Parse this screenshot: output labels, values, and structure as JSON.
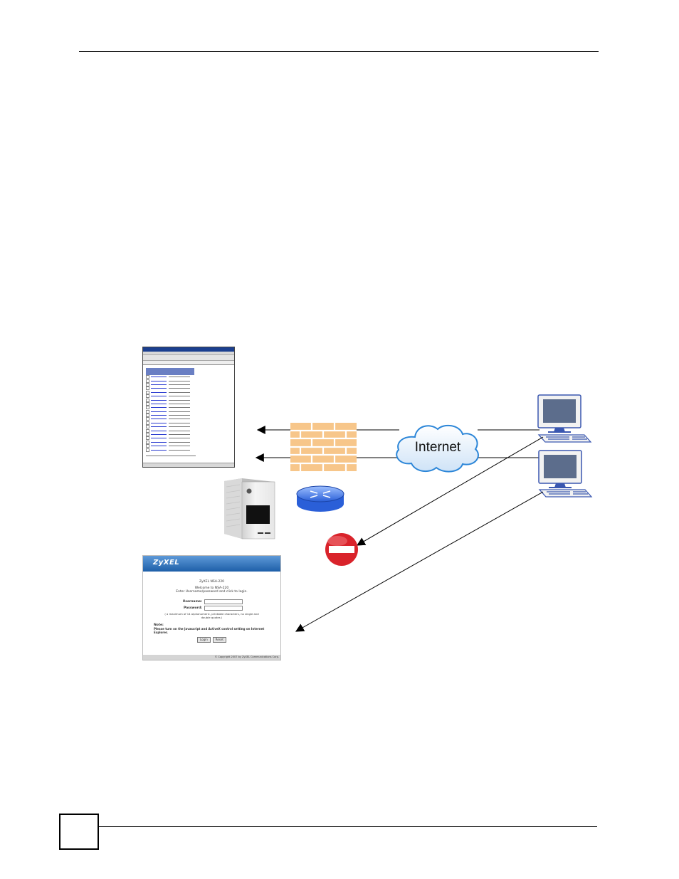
{
  "diagram": {
    "cloud_label": "Internet",
    "login_window": {
      "logo": "ZyXEL",
      "product": "ZyXEL NSA-220",
      "welcome": "Welcome to NSA-220",
      "instruction": "Enter Username/password and click to login.",
      "username_label": "Username:",
      "password_label": "Password:",
      "hint": "( a maximum of 14 alphanumeric, printable characters, no single and double quotes )",
      "note_label": "Note:",
      "note_text": "Please turn on the Javascript and ActiveX control setting on Internet Explorer.",
      "login_button": "Login",
      "reset_button": "Reset",
      "footer": "© Copyright 2007 by ZyXEL Communications Corp."
    }
  }
}
